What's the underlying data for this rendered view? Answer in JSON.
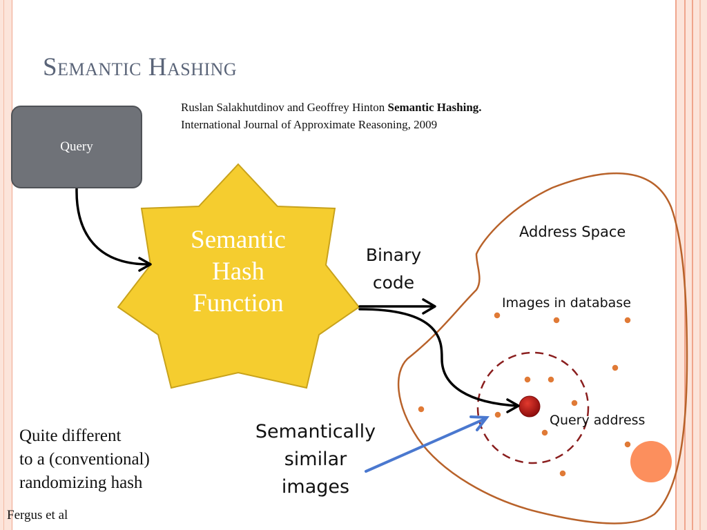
{
  "slide": {
    "title": "Semantic Hashing",
    "citation": {
      "authors": "Ruslan Salakhutdinov and Geoffrey Hinton",
      "paper_title": "Semantic Hashing.",
      "venue": "International Journal of Approximate Reasoning, 2009"
    },
    "note_lines": [
      "Quite different",
      "to a (conventional)",
      "randomizing hash"
    ],
    "credit": "Fergus et al"
  },
  "diagram": {
    "query_box": "Query",
    "hash_function_lines": [
      "Semantic",
      "Hash",
      "Function"
    ],
    "binary_code_lines": [
      "Binary",
      "code"
    ],
    "address_space_label": "Address Space",
    "images_label": "Images in database",
    "query_address_label": "Query address",
    "similar_lines": [
      "Semantically",
      "similar",
      "images"
    ]
  },
  "colors": {
    "title": "#5a6478",
    "query_box": "#6f7278",
    "star_fill": "#f5cd2f",
    "star_stroke": "#c8a21b",
    "region_outline": "#b8622a",
    "image_dots": "#e07a36",
    "query_dot": "#b81212",
    "similar_arrow": "#4a78cf",
    "accent_circle": "#fc8f5d"
  }
}
